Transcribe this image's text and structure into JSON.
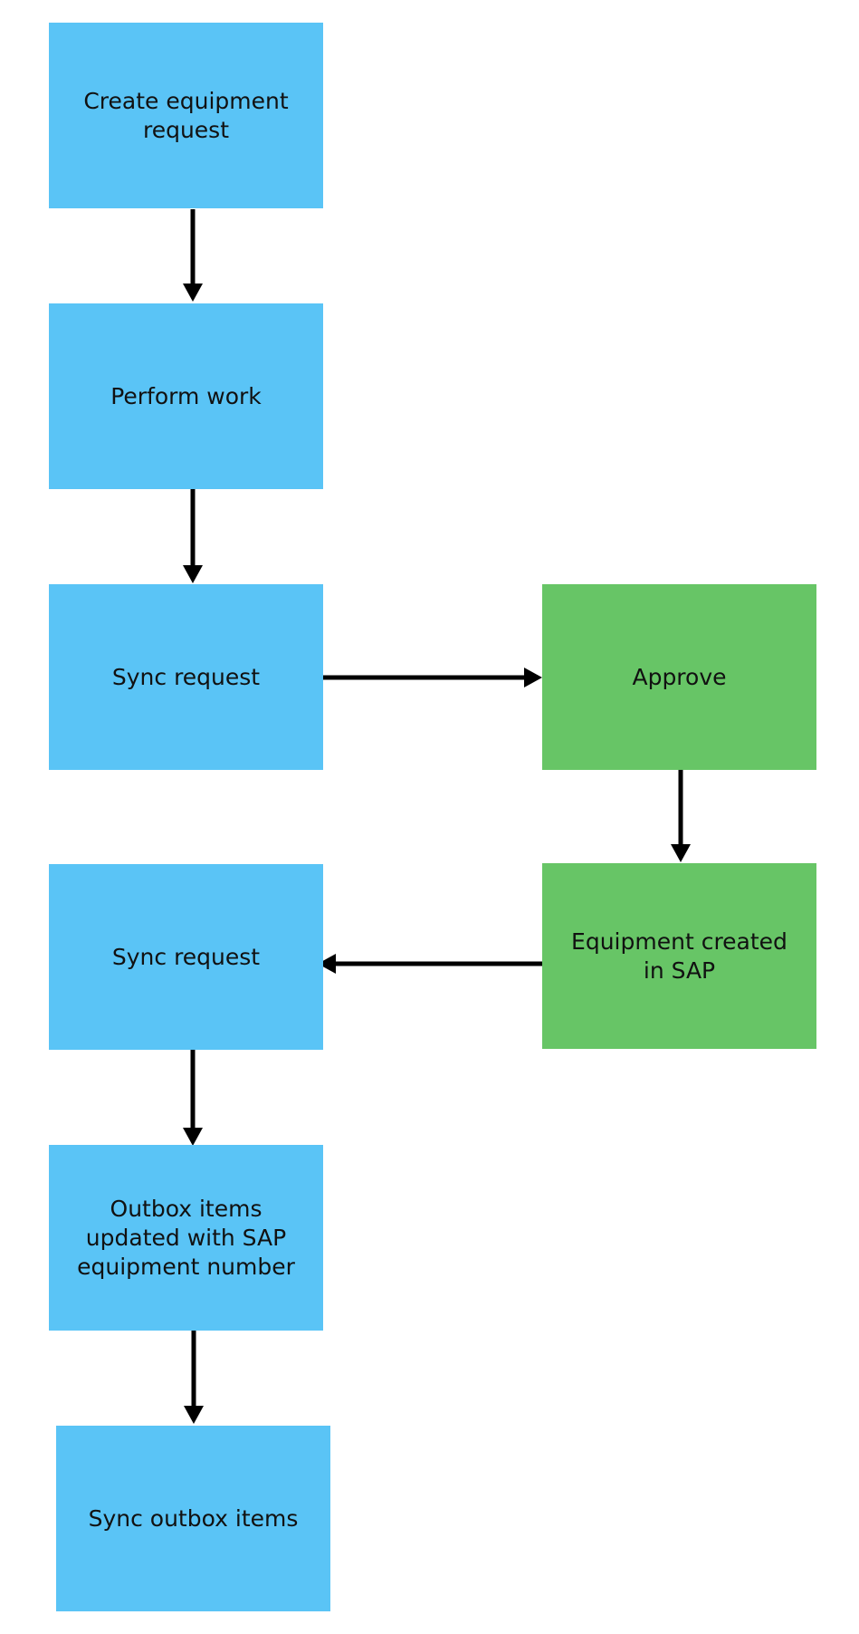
{
  "nodes": {
    "create_request": {
      "label": "Create equipment request",
      "color": "#5ac4f6"
    },
    "perform_work": {
      "label": "Perform work",
      "color": "#5ac4f6"
    },
    "sync_request_1": {
      "label": "Sync request",
      "color": "#5ac4f6"
    },
    "approve": {
      "label": "Approve",
      "color": "#67c566"
    },
    "equipment_created": {
      "label": "Equipment created in SAP",
      "color": "#67c566"
    },
    "sync_request_2": {
      "label": "Sync request",
      "color": "#5ac4f6"
    },
    "outbox_updated": {
      "label": "Outbox items updated with SAP equipment number",
      "color": "#5ac4f6"
    },
    "sync_outbox": {
      "label": "Sync outbox items",
      "color": "#5ac4f6"
    }
  },
  "edges": [
    {
      "from": "create_request",
      "to": "perform_work"
    },
    {
      "from": "perform_work",
      "to": "sync_request_1"
    },
    {
      "from": "sync_request_1",
      "to": "approve"
    },
    {
      "from": "approve",
      "to": "equipment_created"
    },
    {
      "from": "equipment_created",
      "to": "sync_request_2"
    },
    {
      "from": "sync_request_2",
      "to": "outbox_updated"
    },
    {
      "from": "outbox_updated",
      "to": "sync_outbox"
    }
  ],
  "colors": {
    "client_step": "#5ac4f6",
    "backend_step": "#67c566",
    "arrow": "#000000"
  }
}
